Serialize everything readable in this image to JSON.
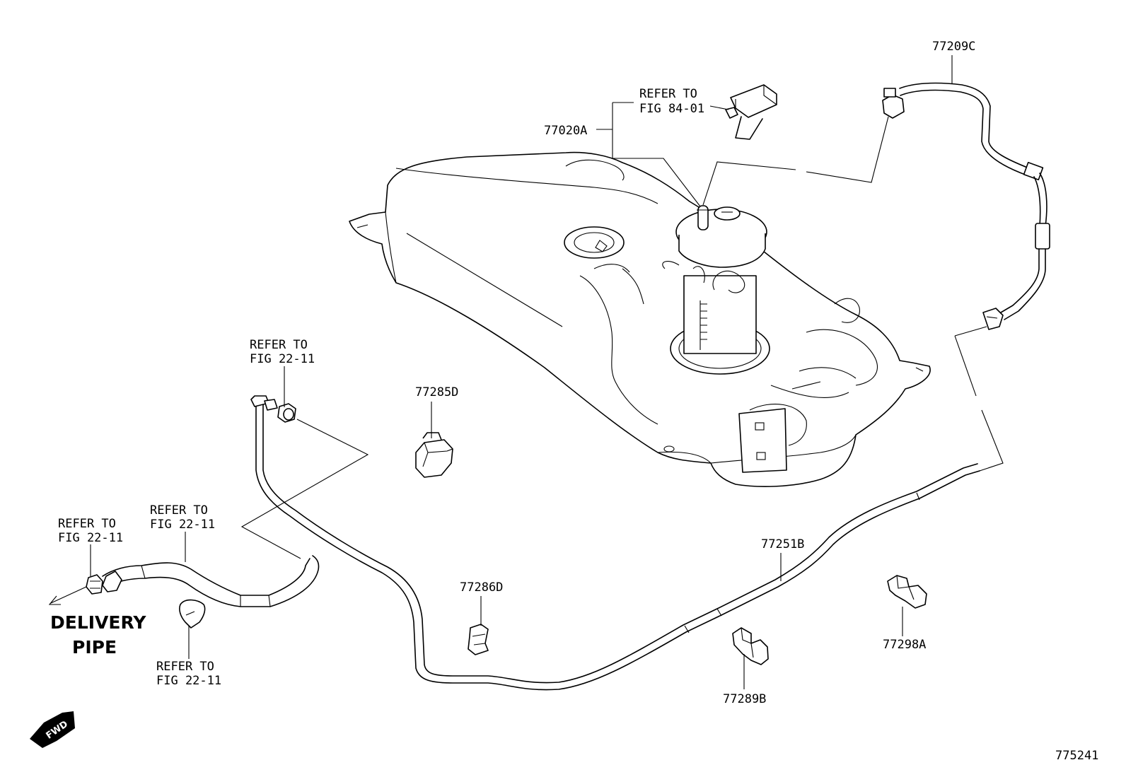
{
  "parts": {
    "p77209C": "77209C",
    "p77020A": "77020A",
    "p77285D": "77285D",
    "p77251B": "77251B",
    "p77286D": "77286D",
    "p77298A": "77298A",
    "p77289B": "77289B"
  },
  "refs": {
    "fig8401": {
      "line1": "REFER TO",
      "line2": "FIG 84-01"
    },
    "fig2211_top": {
      "line1": "REFER TO",
      "line2": "FIG 22-11"
    },
    "fig2211_left": {
      "line1": "REFER TO",
      "line2": "FIG 22-11"
    },
    "fig2211_mid": {
      "line1": "REFER TO",
      "line2": "FIG 22-11"
    },
    "fig2211_bottom": {
      "line1": "REFER TO",
      "line2": "FIG 22-11"
    }
  },
  "delivery": {
    "line1": "DELIVERY",
    "line2": "PIPE"
  },
  "fwd": "FWD",
  "diagram_id": "775241"
}
